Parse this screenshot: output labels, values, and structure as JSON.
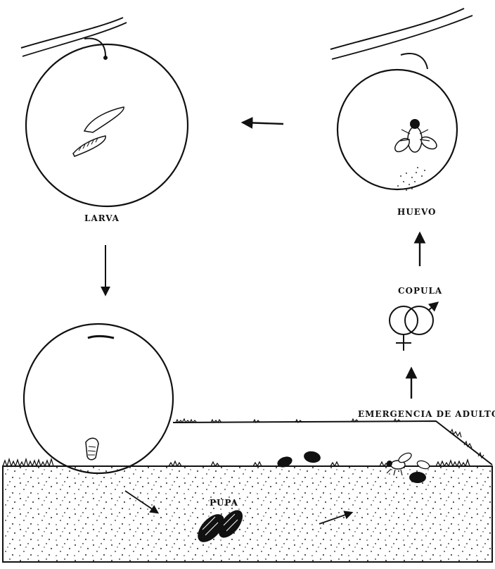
{
  "labels": {
    "larva": "LARVA",
    "huevo": "HUEVO",
    "copula": "COPULA",
    "emergencia": "EMERGENCIA DE ADULTOS",
    "pupa": "PUPA"
  },
  "colors": {
    "ink": "#111111",
    "paper": "#ffffff"
  }
}
